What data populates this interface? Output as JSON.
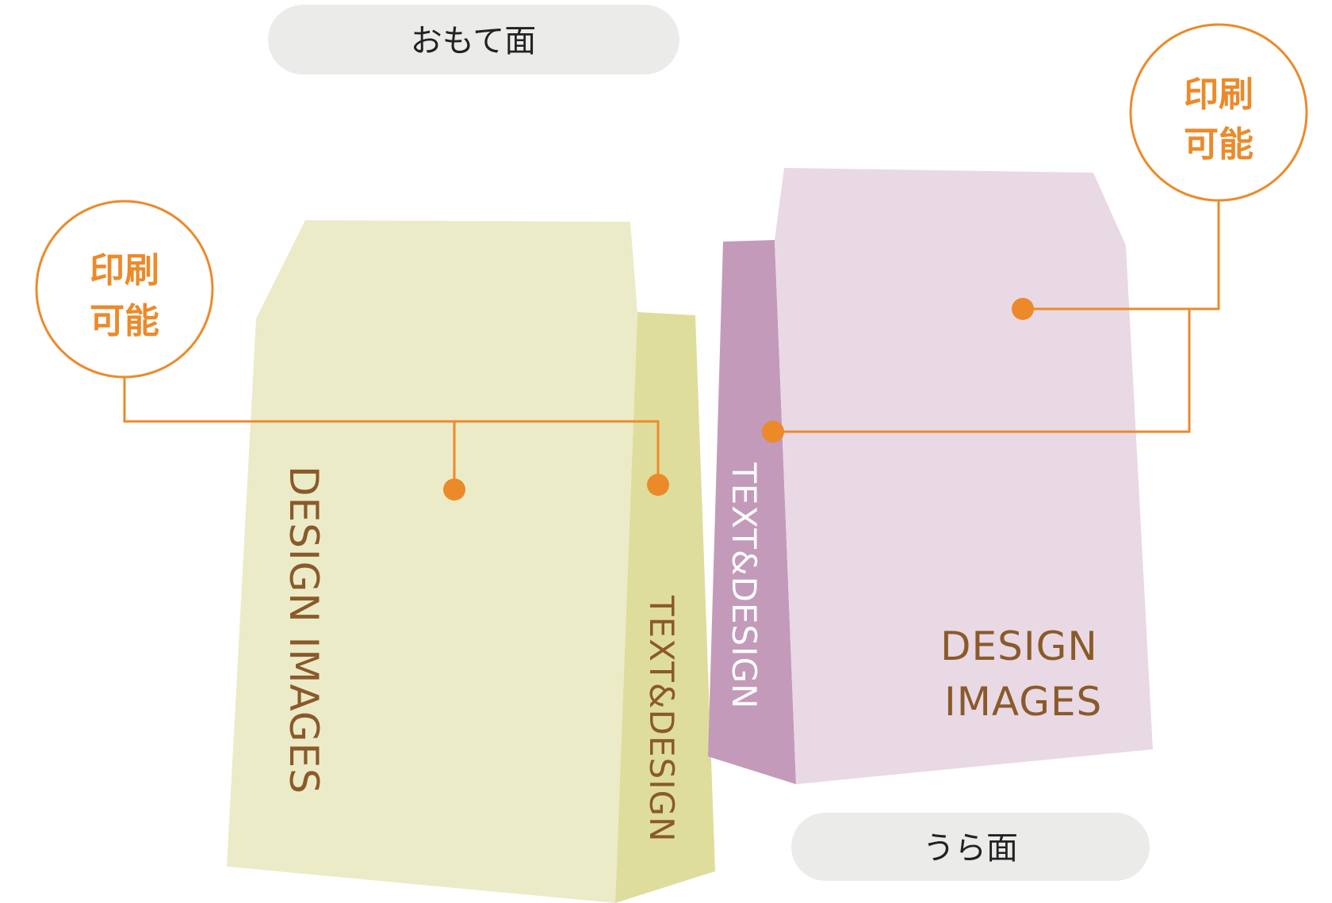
{
  "labels": {
    "front": "おもて面",
    "back": "うら面"
  },
  "callouts": {
    "left": {
      "line1": "印刷",
      "line2": "可能"
    },
    "right": {
      "line1": "印刷",
      "line2": "可能"
    }
  },
  "front_bag": {
    "main_text": "DESIGN IMAGES",
    "gusset_text": "TEXT&DESIGN"
  },
  "back_bag": {
    "main_text_line1": "DESIGN",
    "main_text_line2": "IMAGES",
    "gusset_text": "TEXT&DESIGN"
  },
  "colors": {
    "front_main": "#ecebc8",
    "front_gusset": "#dfdd9c",
    "back_main": "#e8d9e5",
    "back_gusset": "#c39ab9",
    "accent_orange": "#ec8a2a",
    "text_brown": "#8a5a2a",
    "pill_bg": "#ebebea"
  }
}
